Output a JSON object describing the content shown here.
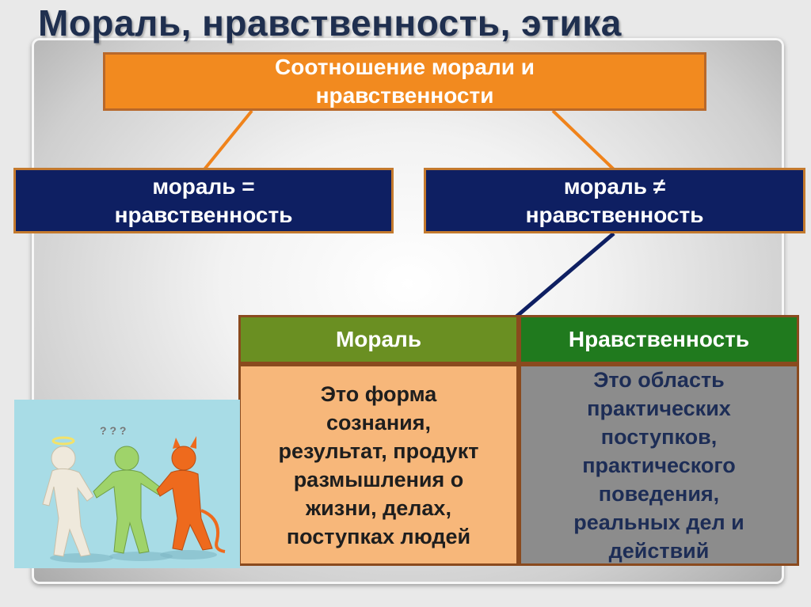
{
  "title": "Мораль, нравственность, этика",
  "top_box": {
    "line1": "Соотношение морали и",
    "line2": "нравственности"
  },
  "left_box": {
    "line1": "мораль =",
    "line2": "нравственность"
  },
  "right_box": {
    "line1": "мораль ≠",
    "line2": "нравственность"
  },
  "table": {
    "headers": [
      "Мораль",
      "Нравственность"
    ],
    "moral_text": [
      "Это форма",
      "сознания,",
      "результат, продукт",
      "размышления о",
      "жизни, делах,",
      "поступках людей"
    ],
    "nrav_text": [
      "Это область",
      "практических",
      "поступков,",
      "практического",
      "поведения,",
      "реальных дел и",
      "действий"
    ]
  },
  "illustration": {
    "icons": [
      "angel-figure",
      "green-figure",
      "devil-figure"
    ],
    "question_marks": "? ? ?"
  },
  "colors": {
    "title": "#1f2f4f",
    "orange_box": "#f28a1f",
    "dark_box": "#0e1f62",
    "moral_header": "#6a8f22",
    "nrav_header": "#207a1e",
    "moral_body": "#f7b77a",
    "nrav_body": "#8c8c8c",
    "connector_orange": "#f0831b",
    "connector_blue": "#0e1f62"
  }
}
